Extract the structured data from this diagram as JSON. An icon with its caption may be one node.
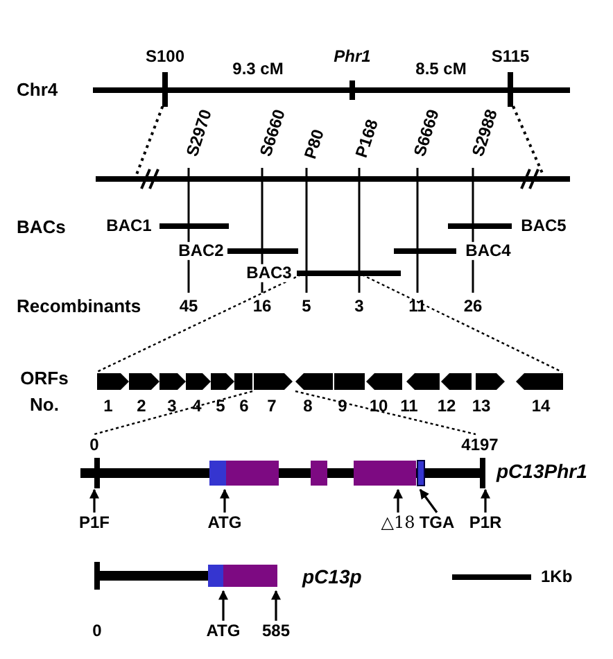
{
  "diagram": {
    "nodes": [
      {
        "text": [
          "P1F"
        ]
      },
      {
        "text": [
          "ATG"
        ]
      },
      {
        "text": [
          "△18"
        ]
      },
      {
        "text": [
          "TGA"
        ]
      },
      {
        "text": [
          "P1R"
        ]
      },
      {
        "text": [],
        "shape": "bar",
        "beside": [
          "0",
          "4197",
          "pC13Phr1"
        ]
      },
      {
        "text": [],
        "shape": "bar",
        "beside": [
          "pC13p",
          "0"
        ]
      },
      {
        "text": [
          "ATG"
        ]
      },
      {
        "text": [
          "585"
        ]
      }
    ],
    "edges": [
      {
        "from": 0,
        "to": 5,
        "arrow": "to"
      },
      {
        "from": 1,
        "to": 5,
        "arrow": "to"
      },
      {
        "from": 2,
        "to": 5,
        "arrow": "to"
      },
      {
        "from": 3,
        "to": 5,
        "arrow": "to"
      },
      {
        "from": 4,
        "to": 5,
        "arrow": "to"
      },
      {
        "from": 7,
        "to": 6,
        "arrow": "to"
      },
      {
        "from": 8,
        "to": 6,
        "arrow": "to"
      }
    ],
    "labels": [
      "Chr4",
      "S100",
      "9.3 cM",
      "Phr1",
      "8.5 cM",
      "S115",
      "S2970",
      "S6660",
      "P80",
      "P168",
      "S6669",
      "S2988",
      "BACs",
      "BAC1",
      "BAC5",
      "BAC2",
      "BAC4",
      "BAC3",
      "Recombinants",
      "45",
      "16",
      "5",
      "3",
      "11",
      "26",
      "ORFs No.",
      "1",
      "2",
      "3",
      "4",
      "5",
      "6",
      "7",
      "8",
      "9",
      "10",
      "11",
      "12",
      "13",
      "14",
      "1Kb"
    ]
  }
}
